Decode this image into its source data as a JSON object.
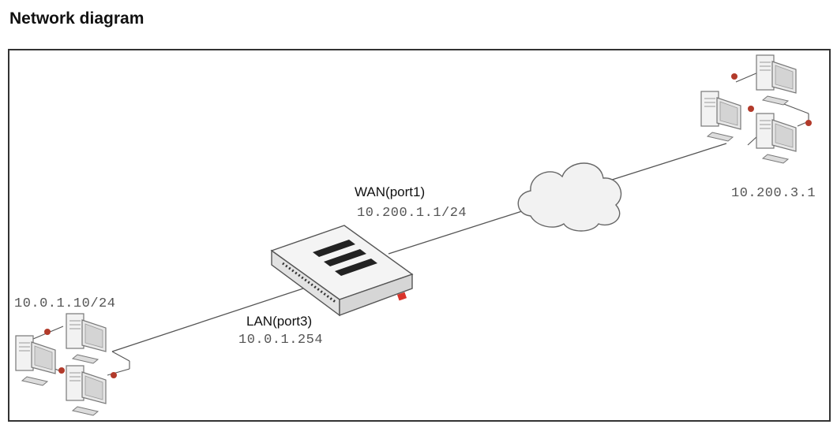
{
  "title": "Network diagram",
  "wan": {
    "name": "WAN(port1)",
    "ip": "10.200.1.1/24"
  },
  "lan": {
    "name": "LAN(port3)",
    "ip": "10.0.1.254"
  },
  "remote_network": {
    "ip": "10.200.3.1"
  },
  "local_network": {
    "ip": "10.0.1.10/24"
  },
  "colors": {
    "link_dot": "#b23a2a",
    "line": "#555555",
    "cloud_fill": "#f2f2f2",
    "device_body": "#eeeeee",
    "brand_badge": "#d9342b"
  }
}
